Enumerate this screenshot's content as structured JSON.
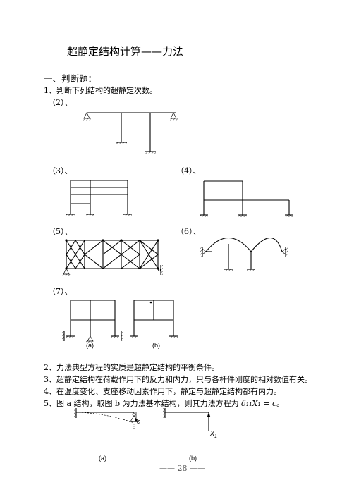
{
  "title": "超静定结构计算——力法",
  "section_heading": "一、判断题：",
  "q1": {
    "text": "1、判断下列结构的超静定次数。",
    "parts": {
      "p2": "（2）、",
      "p3": "（3）、",
      "p4": "（4）、",
      "p5": "（5）、",
      "p6": "（6）、",
      "p7": "（7）、"
    },
    "fig7_captions": [
      "(a)",
      "(b)"
    ]
  },
  "q2": "2、力法典型方程的实质是超静定结构的平衡条件。",
  "q3": "3、超静定结构在荷载作用下的反力和内力，只与各杆件刚度的相对数值有关。",
  "q4": "4、在温度变化、支座移动因素作用下，静定与超静定结构都有内力。",
  "q5": {
    "text": "5、图 a 结构，取图 b 为力法基本结构，则其力法方程为",
    "equation": "δ₁₁X₁ = c",
    "equation_end": "。",
    "label_c": "c",
    "label_x1": "X",
    "label_x1_sub": "1",
    "captions": [
      "(a)",
      "(b)"
    ]
  },
  "page_number": "—— 28 ——"
}
